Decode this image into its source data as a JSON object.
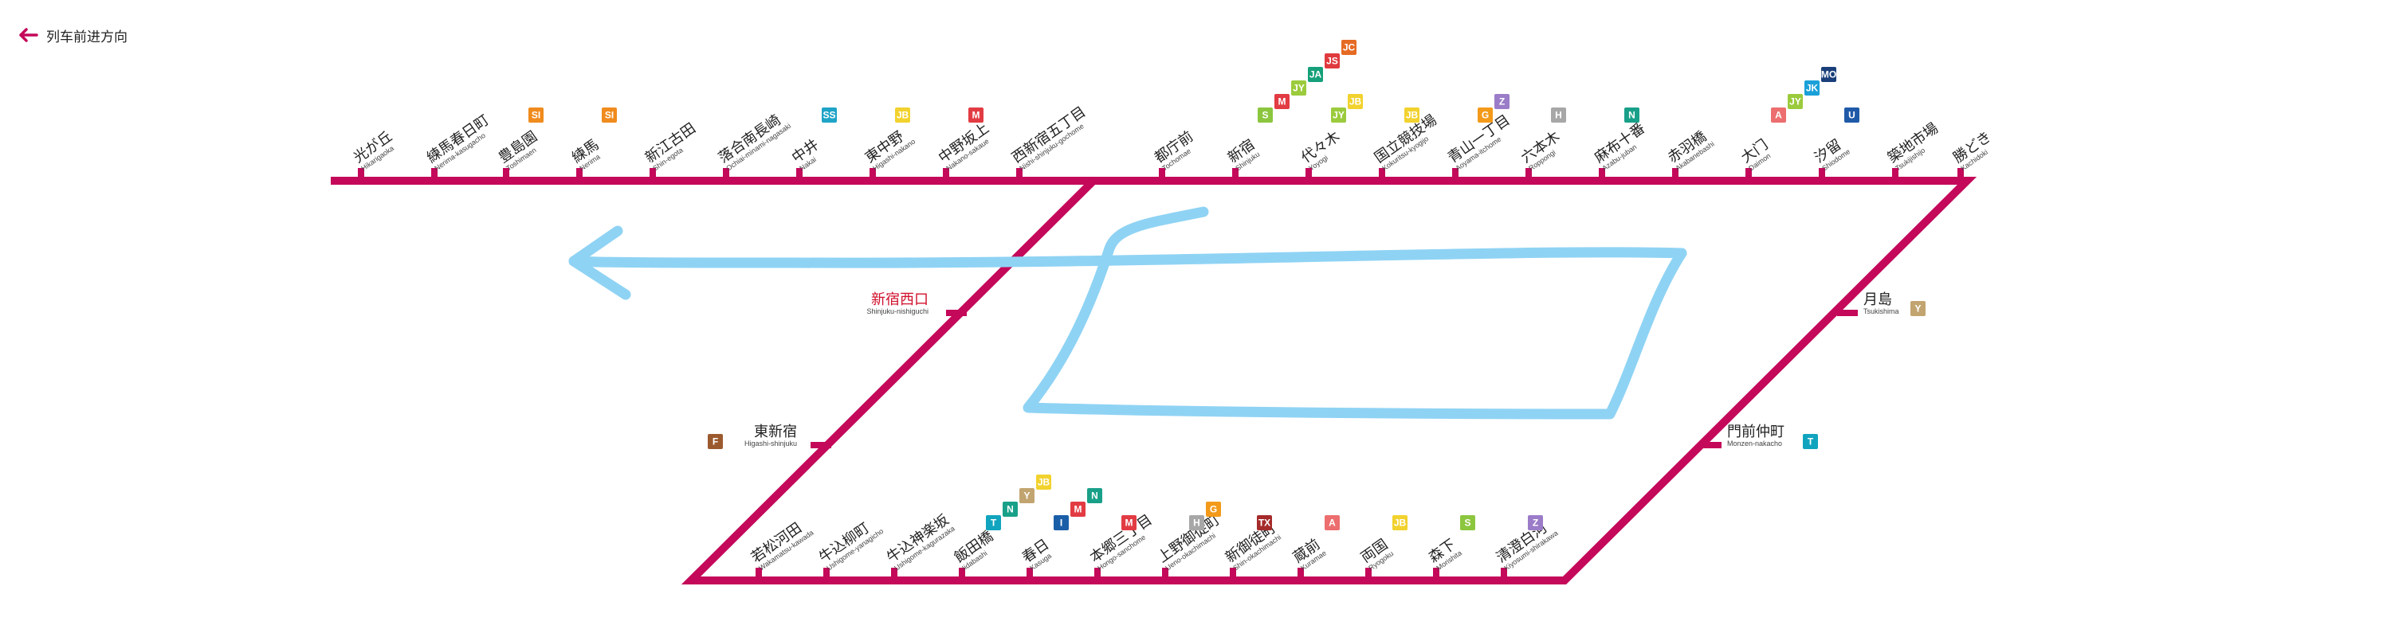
{
  "legend": {
    "label": "列车前进方向",
    "icon": "arrow-left-icon"
  },
  "colors": {
    "line": "#c4085a",
    "stroke": "#8fd3f4",
    "station_highlight": "#d0102b"
  },
  "line_codes": {
    "SI": "#f08b1d",
    "SS": "#1fa3c7",
    "JB": "#f2d22e",
    "M": "#e23b43",
    "S": "#8cc63f",
    "JY": "#9bcb3c",
    "JA": "#15a07a",
    "JS": "#e03a3e",
    "JC": "#e56b23",
    "OH": "#3aa0d5",
    "G": "#f39a1a",
    "Z": "#9b7cc8",
    "H": "#a7a7a7",
    "N": "#19a089",
    "A": "#ec6e6e",
    "JK": "#1aa0d8",
    "MO": "#1a3f7a",
    "U": "#1f5aa8",
    "F": "#9b5a2e",
    "T": "#11a4be",
    "Y": "#c2a470",
    "I": "#1a5ea8",
    "TX": "#a52a2a"
  },
  "stations_top": [
    {
      "name": "光が丘",
      "romaji": "Hikarigaoka",
      "codes": []
    },
    {
      "name": "練馬春日町",
      "romaji": "Nerima-kasugacho",
      "codes": []
    },
    {
      "name": "豊島園",
      "romaji": "Toshimaen",
      "codes": [
        "SI"
      ]
    },
    {
      "name": "練馬",
      "romaji": "Nerima",
      "codes": [
        "SI"
      ]
    },
    {
      "name": "新江古田",
      "romaji": "Shin-egota",
      "codes": []
    },
    {
      "name": "落合南長崎",
      "romaji": "Ochiai-minami-nagasaki",
      "codes": []
    },
    {
      "name": "中井",
      "romaji": "Nakai",
      "codes": [
        "SS"
      ]
    },
    {
      "name": "東中野",
      "romaji": "Higashi-nakano",
      "codes": [
        "JB"
      ]
    },
    {
      "name": "中野坂上",
      "romaji": "Nakano-sakaue",
      "codes": [
        "M"
      ]
    },
    {
      "name": "西新宿五丁目",
      "romaji": "Nishi-shinjuku-gochome",
      "codes": []
    },
    {
      "name": "都庁前",
      "romaji": "Tochomae",
      "codes": []
    },
    {
      "name": "新宿",
      "romaji": "Shinjuku",
      "codes": [
        "S",
        "M",
        "JY",
        "JA",
        "JS",
        "JC"
      ]
    },
    {
      "name": "代々木",
      "romaji": "Yoyogi",
      "codes": [
        "JY",
        "JB"
      ]
    },
    {
      "name": "国立競技場",
      "romaji": "Kokuritsu-kyogijo",
      "codes": [
        "JB"
      ]
    },
    {
      "name": "青山一丁目",
      "romaji": "Aoyama-itchome",
      "codes": [
        "G",
        "Z"
      ]
    },
    {
      "name": "六本木",
      "romaji": "Roppongi",
      "codes": [
        "H"
      ]
    },
    {
      "name": "麻布十番",
      "romaji": "Azabu-juban",
      "codes": [
        "N"
      ]
    },
    {
      "name": "赤羽橋",
      "romaji": "Akabanebashi",
      "codes": []
    },
    {
      "name": "大门",
      "romaji": "Daimon",
      "codes": [
        "A",
        "JY",
        "JK",
        "MO"
      ]
    },
    {
      "name": "汐留",
      "romaji": "Shiodome",
      "codes": [
        "U"
      ]
    },
    {
      "name": "築地市場",
      "romaji": "Tsukijishijo",
      "codes": []
    },
    {
      "name": "勝どき",
      "romaji": "Kachidoki",
      "codes": []
    }
  ],
  "stations_bottom": [
    {
      "name": "若松河田",
      "romaji": "Wakamatsu-kawada",
      "codes": []
    },
    {
      "name": "牛込柳町",
      "romaji": "Ushigome-yanagicho",
      "codes": []
    },
    {
      "name": "牛込神楽坂",
      "romaji": "Ushigome-kagurazaka",
      "codes": []
    },
    {
      "name": "飯田橋",
      "romaji": "Iidabashi",
      "codes": [
        "T",
        "N",
        "Y",
        "JB"
      ]
    },
    {
      "name": "春日",
      "romaji": "Kasuga",
      "codes": [
        "I",
        "M",
        "N"
      ]
    },
    {
      "name": "本郷三丁目",
      "romaji": "Hongo-sanchome",
      "codes": [
        "M"
      ]
    },
    {
      "name": "上野御徒町",
      "romaji": "Ueno-okachimachi",
      "codes": [
        "H",
        "G"
      ]
    },
    {
      "name": "新御徒町",
      "romaji": "Shin-okachimachi",
      "codes": [
        "TX"
      ]
    },
    {
      "name": "蔵前",
      "romaji": "Kuramae",
      "codes": [
        "A"
      ]
    },
    {
      "name": "両国",
      "romaji": "Ryogoku",
      "codes": [
        "JB"
      ]
    },
    {
      "name": "森下",
      "romaji": "Morishita",
      "codes": [
        "S"
      ]
    },
    {
      "name": "清澄白河",
      "romaji": "Kiyosumi-shirakawa",
      "codes": [
        "Z"
      ]
    }
  ],
  "stations_side": [
    {
      "name": "新宿西口",
      "romaji": "Shinjuku-nishiguchi",
      "codes": [],
      "highlight": true
    },
    {
      "name": "東新宿",
      "romaji": "Higashi-shinjuku",
      "codes": [
        "F"
      ],
      "highlight": false
    },
    {
      "name": "月島",
      "romaji": "Tsukishima",
      "codes": [
        "Y"
      ],
      "highlight": false
    },
    {
      "name": "門前仲町",
      "romaji": "Monzen-nakacho",
      "codes": [
        "T"
      ],
      "highlight": false
    }
  ]
}
